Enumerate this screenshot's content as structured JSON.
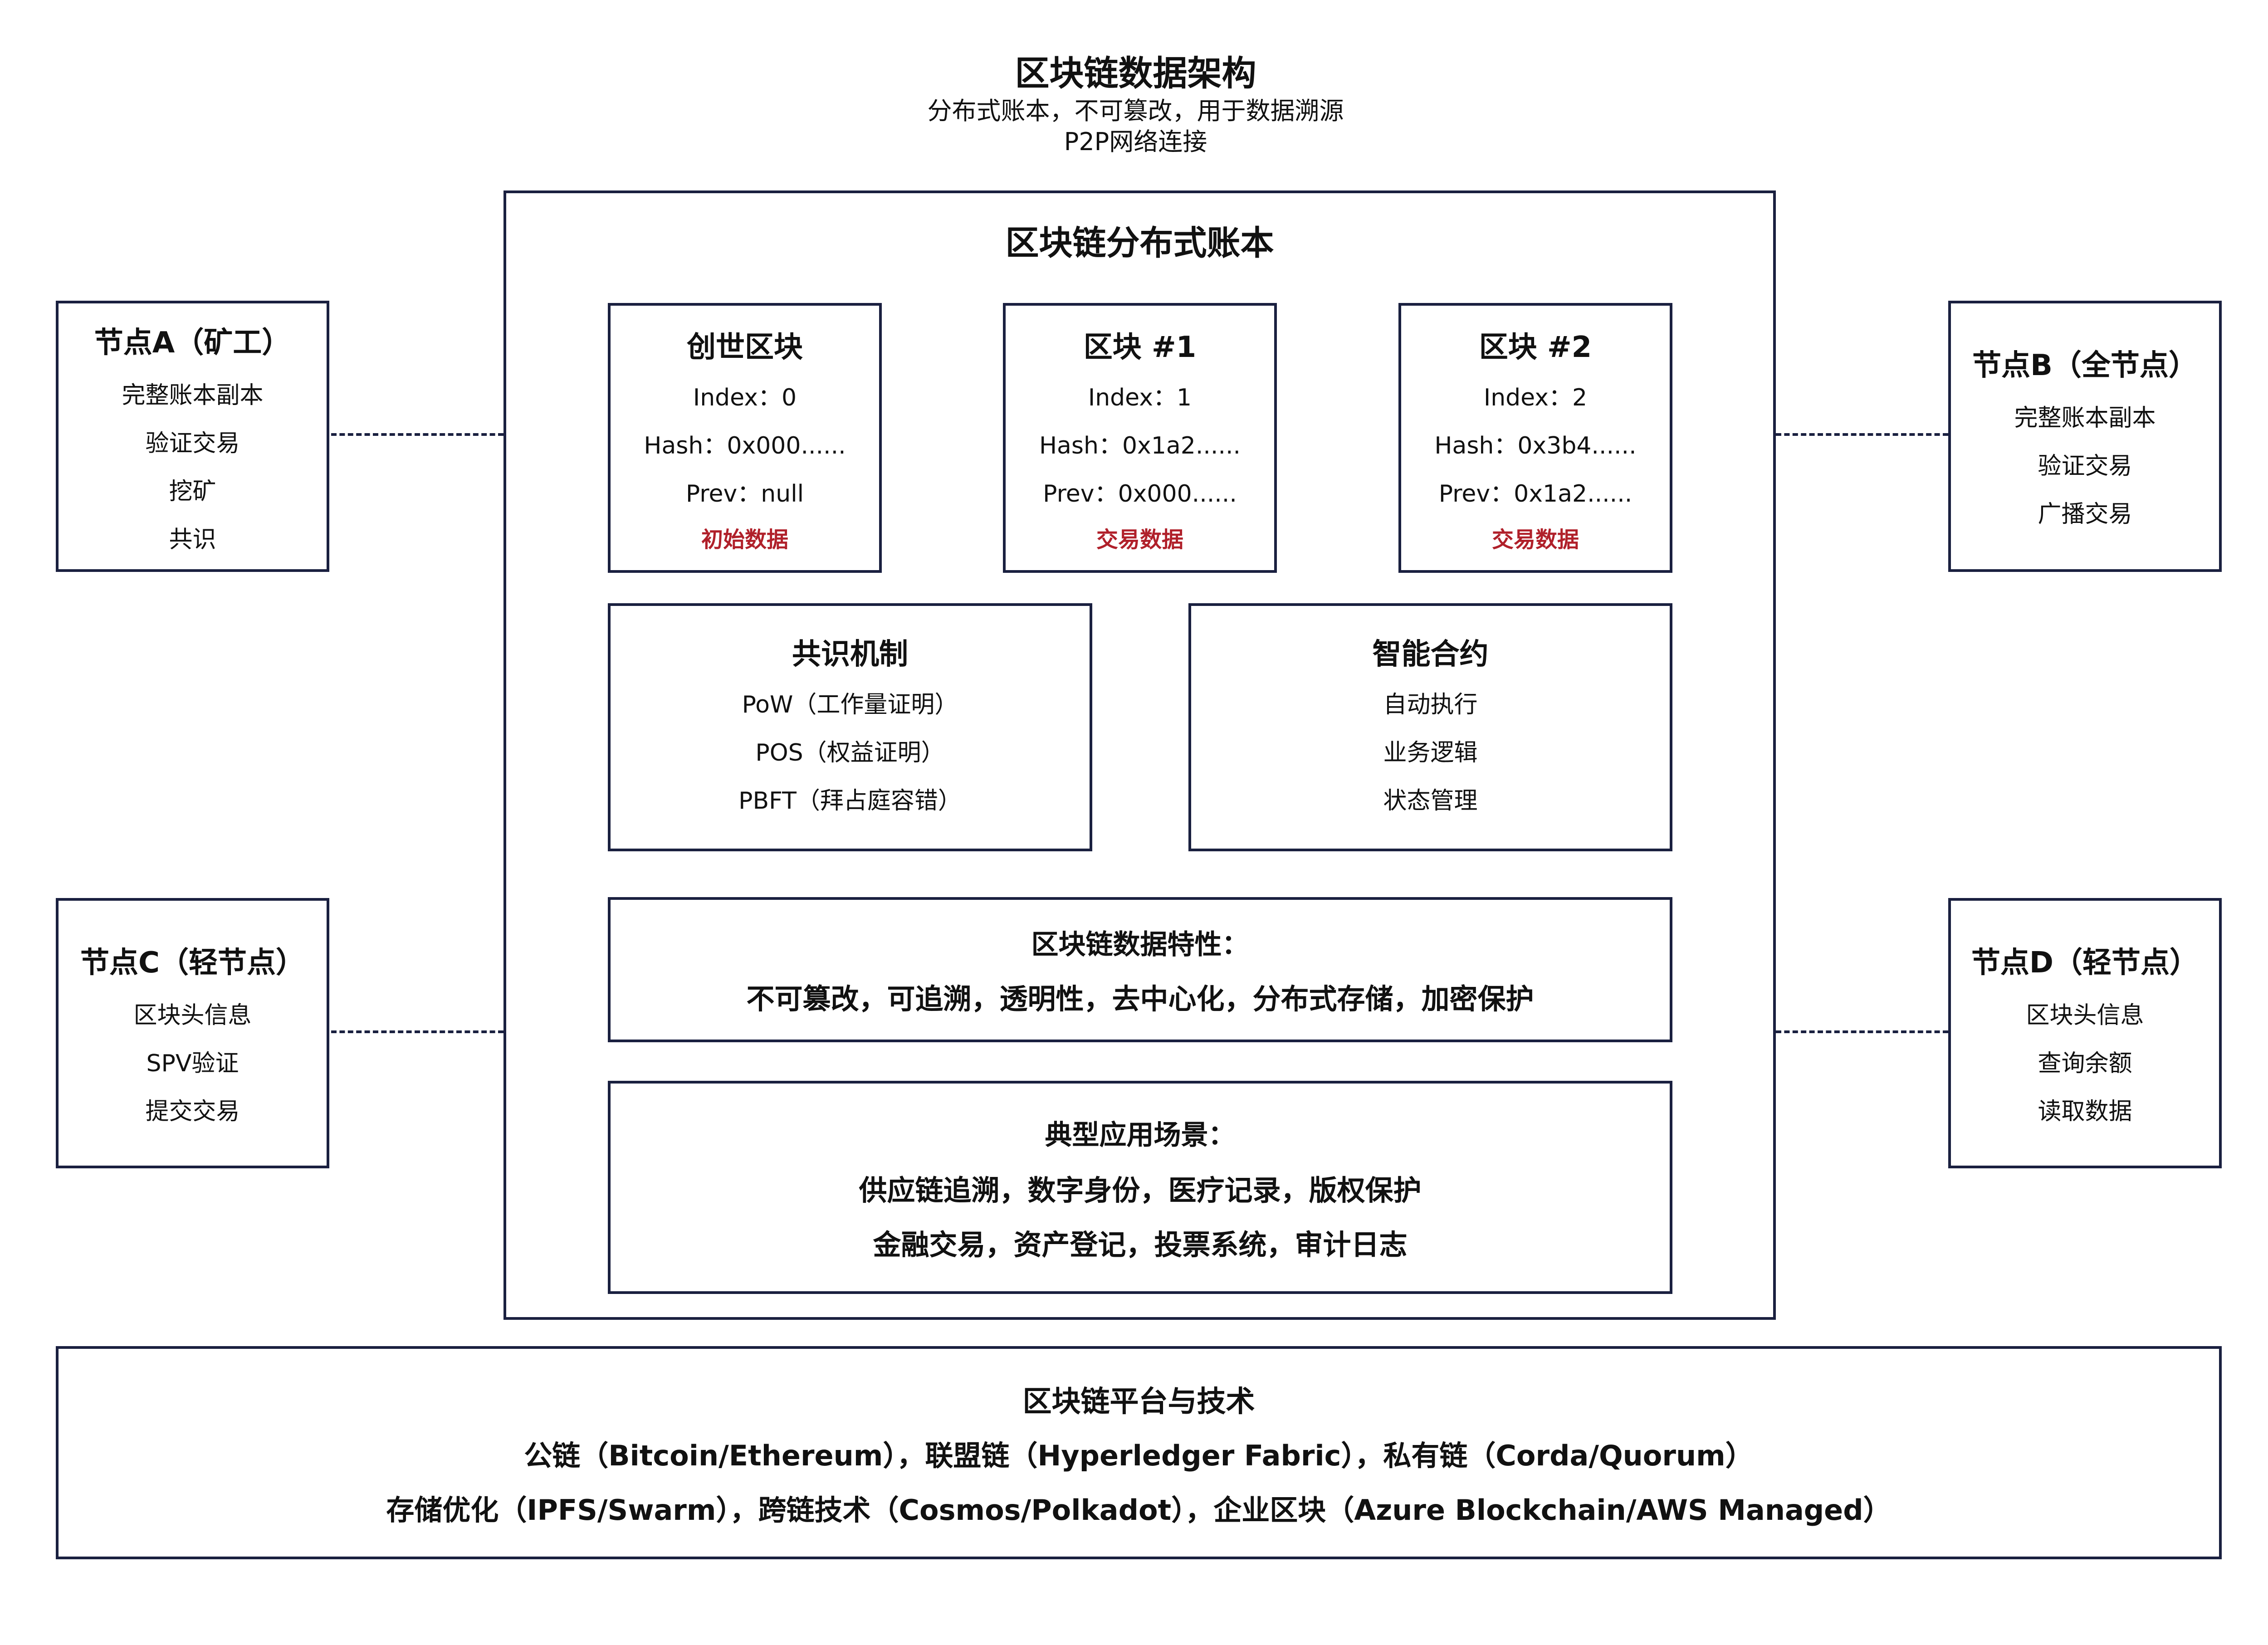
{
  "header": {
    "title": "区块链数据架构",
    "subtitle1": "分布式账本，不可篡改，用于数据溯源",
    "subtitle2": "P2P网络连接"
  },
  "ledger": {
    "title": "区块链分布式账本",
    "blocks": [
      {
        "title": "创世区块",
        "index": "Index：0",
        "hash": "Hash：0x000......",
        "prev": "Prev：null",
        "data": "初始数据"
      },
      {
        "title": "区块 #1",
        "index": "Index：1",
        "hash": "Hash：0x1a2......",
        "prev": "Prev：0x000......",
        "data": "交易数据"
      },
      {
        "title": "区块 #2",
        "index": "Index：2",
        "hash": "Hash：0x3b4......",
        "prev": "Prev：0x1a2......",
        "data": "交易数据"
      }
    ],
    "consensus": {
      "title": "共识机制",
      "items": [
        "PoW（工作量证明）",
        "POS（权益证明）",
        "PBFT（拜占庭容错）"
      ]
    },
    "contract": {
      "title": "智能合约",
      "items": [
        "自动执行",
        "业务逻辑",
        "状态管理"
      ]
    },
    "features": {
      "title": "区块链数据特性：",
      "text": "不可篡改，可追溯，透明性，去中心化，分布式存储，加密保护"
    },
    "apps": {
      "title": "典型应用场景：",
      "line1": "供应链追溯，数字身份，医疗记录，版权保护",
      "line2": "金融交易，资产登记，投票系统，审计日志"
    }
  },
  "nodes": {
    "a": {
      "title": "节点A（矿工）",
      "items": [
        "完整账本副本",
        "验证交易",
        "挖矿",
        "共识"
      ]
    },
    "b": {
      "title": "节点B（全节点）",
      "items": [
        "完整账本副本",
        "验证交易",
        "广播交易"
      ]
    },
    "c": {
      "title": "节点C（轻节点）",
      "items": [
        "区块头信息",
        "SPV验证",
        "提交交易"
      ]
    },
    "d": {
      "title": "节点D（轻节点）",
      "items": [
        "区块头信息",
        "查询余额",
        "读取数据"
      ]
    }
  },
  "platform": {
    "title": "区块链平台与技术",
    "line1": "公链（Bitcoin/Ethereum），联盟链（Hyperledger Fabric），私有链（Corda/Quorum）",
    "line2": "存储优化（IPFS/Swarm），跨链技术（Cosmos/Polkadot），企业区块（Azure Blockchain/AWS Managed）"
  },
  "colors": {
    "border": "#1a2040",
    "highlight": "#b0202a"
  }
}
